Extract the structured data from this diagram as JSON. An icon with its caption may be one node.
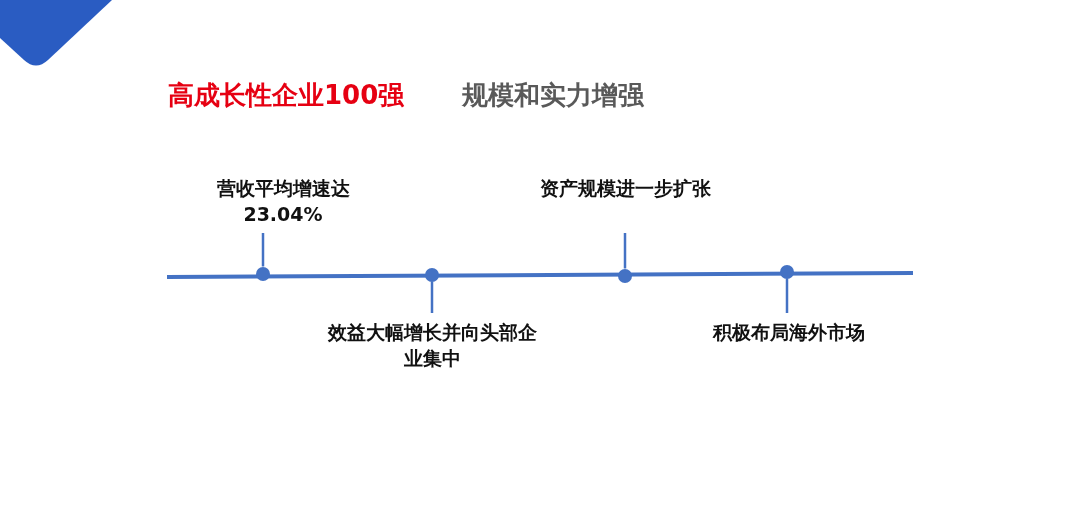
{
  "diagram": {
    "title": "高成长性企业100强",
    "nodes": [
      {
        "text": [
          "营收平均增速达23.04%"
        ]
      },
      {
        "text": [
          "效益大幅增长并向头部企业集中"
        ]
      },
      {
        "text": [
          "资产规模进一步扩张"
        ]
      },
      {
        "text": [
          "积极布局海外市场"
        ]
      },
      {
        "text": [],
        "shape": "circle"
      },
      {
        "text": [],
        "shape": "circle"
      },
      {
        "text": [],
        "shape": "circle"
      },
      {
        "text": [],
        "shape": "circle"
      }
    ],
    "edges": [
      {
        "from": 0,
        "to": 4,
        "arrow": "none"
      },
      {
        "from": 1,
        "to": 5,
        "arrow": "none"
      },
      {
        "from": 2,
        "to": 6,
        "arrow": "none"
      },
      {
        "from": 3,
        "to": 7,
        "arrow": "none"
      }
    ],
    "labels": [
      "规模和实力增强"
    ]
  }
}
